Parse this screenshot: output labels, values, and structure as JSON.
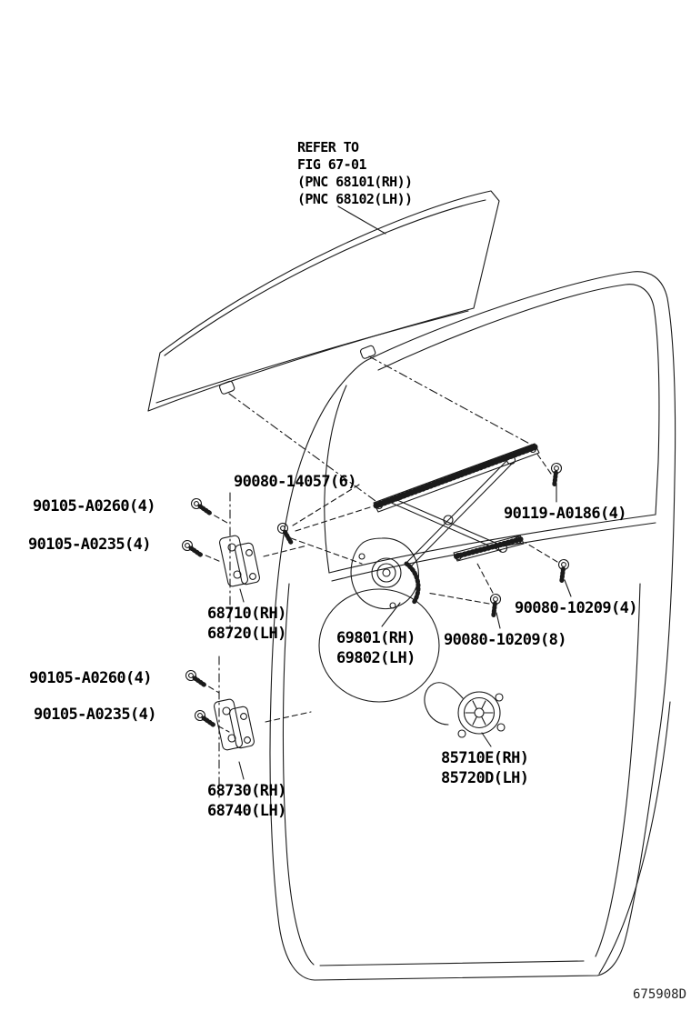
{
  "colors": {
    "background": "#ffffff",
    "line": "#1a1a1a",
    "text": "#000000"
  },
  "ref_note": {
    "text": "REFER TO\nFIG 67-01\n(PNC 68101(RH))\n(PNC 68102(LH))"
  },
  "labels": [
    {
      "id": "90080-14057",
      "text": "90080-14057(6)"
    },
    {
      "id": "90105-A0260-upper",
      "text": "90105-A0260(4)"
    },
    {
      "id": "90119-A0186",
      "text": "90119-A0186(4)"
    },
    {
      "id": "90105-A0235-upper",
      "text": "90105-A0235(4)"
    },
    {
      "id": "68710-68720",
      "text": "68710(RH)\n68720(LH)"
    },
    {
      "id": "90080-10209-4",
      "text": "90080-10209(4)"
    },
    {
      "id": "69801-69802",
      "text": "69801(RH)\n69802(LH)"
    },
    {
      "id": "90080-10209-8",
      "text": "90080-10209(8)"
    },
    {
      "id": "90105-A0260-lower",
      "text": "90105-A0260(4)"
    },
    {
      "id": "90105-A0235-lower",
      "text": "90105-A0235(4)"
    },
    {
      "id": "85710E-85720D",
      "text": "85710E(RH)\n85720D(LH)"
    },
    {
      "id": "68730-68740",
      "text": "68730(RH)\n68740(LH)"
    }
  ],
  "footer": {
    "code": "675908D"
  }
}
